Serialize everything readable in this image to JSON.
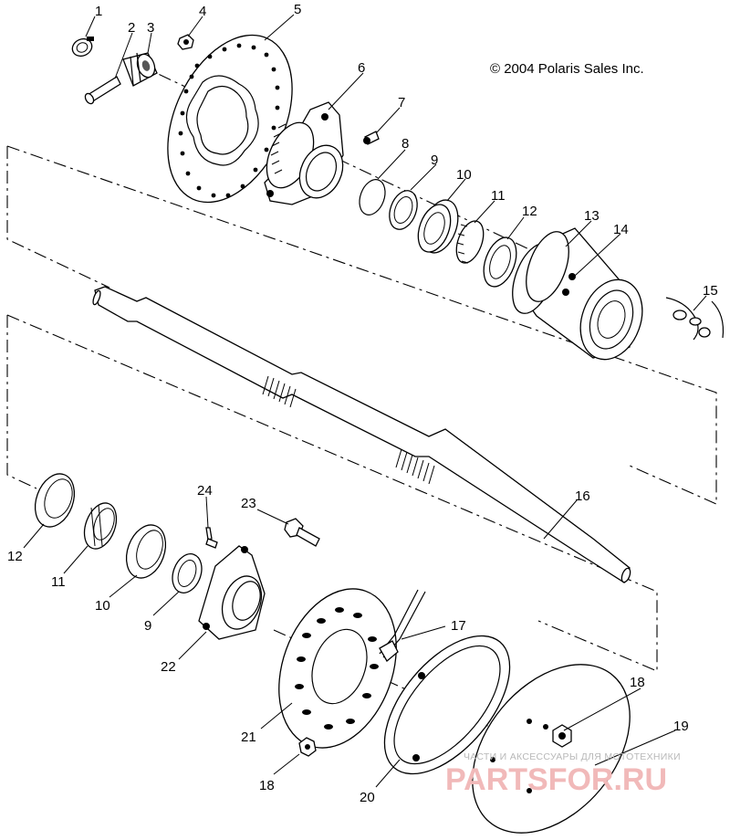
{
  "copyright": "© 2004 Polaris Sales Inc.",
  "watermark": {
    "caption": "ЧАСТИ И АКСЕССУАРЫ ДЛЯ МОТОТЕХНИКИ",
    "logo": "PARTSFOR.RU"
  },
  "callouts": [
    "1",
    "2",
    "3",
    "4",
    "5",
    "6",
    "7",
    "8",
    "9",
    "10",
    "11",
    "12",
    "13",
    "14",
    "15",
    "16",
    "17",
    "18",
    "19",
    "20",
    "21",
    "22",
    "23",
    "24"
  ],
  "lower_callouts": {
    "bearing_race": "12",
    "bearing": "11",
    "seal_outer": "10",
    "snap_ring": "9",
    "flange_housing": "22",
    "sprocket": "21",
    "nut": "18",
    "brake_shoe": "20",
    "hub_nut": "18",
    "brake_disc": "19",
    "cable": "17",
    "bolt": "23",
    "stud": "24",
    "axle": "16"
  }
}
